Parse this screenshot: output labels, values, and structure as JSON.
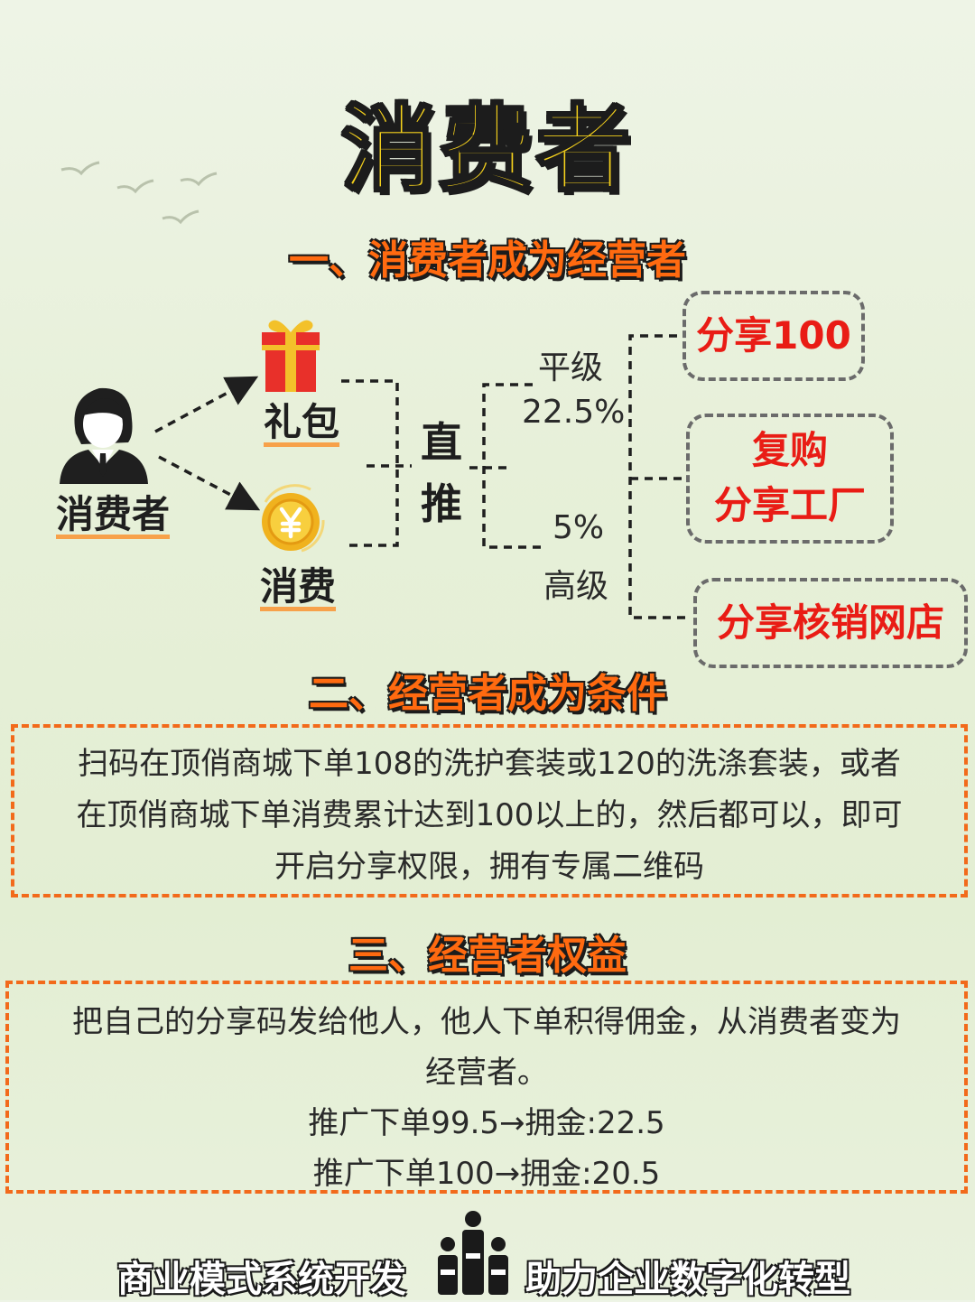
{
  "title": "消费者",
  "section1": {
    "title": "一、消费者成为经营者",
    "consumer_label": "消费者",
    "gift_label": "礼包",
    "spend_label": "消费",
    "zhi": "直",
    "tui": "推",
    "peer_label": "平级",
    "peer_rate": "22.5%",
    "senior_rate": "5%",
    "senior_label": "高级",
    "outcomes": {
      "share100": "分享100",
      "repurchase_line1": "复购",
      "repurchase_line2": "分享工厂",
      "verify_store": "分享核销网店"
    }
  },
  "section2": {
    "title": "二、经营者成为条件",
    "lines": [
      "扫码在顶俏商城下单108的洗护套装或120的洗涤套装，或者",
      "在顶俏商城下单消费累计达到100以上的，然后都可以，即可",
      "开启分享权限，拥有专属二维码"
    ]
  },
  "section3": {
    "title": "三、经营者权益",
    "lines": [
      "把自己的分享码发给他人，他人下单积得佣金，从消费者变为",
      "经营者。",
      "推广下单99.5→拥金:22.5",
      "推广下单100→拥金:20.5"
    ]
  },
  "footer": {
    "left": "商业模式系统开发",
    "right": "助力企业数字化转型"
  },
  "colors": {
    "title_yellow": "#f6d21c",
    "section_orange": "#ff6a10",
    "outcome_red": "#e91c15",
    "box_orange": "#f26a1b",
    "highlight": "#f7a14a"
  },
  "icons": [
    "consumer-person-icon",
    "gift-box-icon",
    "yuan-coin-icon",
    "bird-icon",
    "team-people-icon"
  ]
}
